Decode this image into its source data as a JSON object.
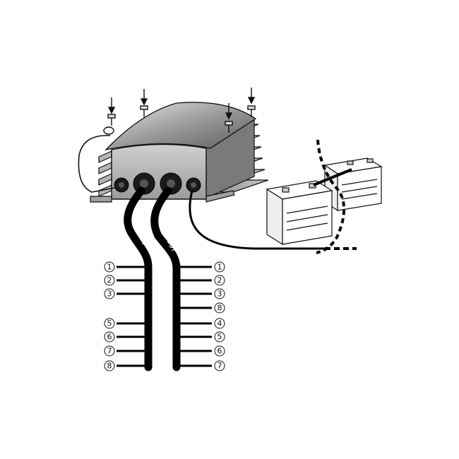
{
  "cables": {
    "input_label": "24 V IN",
    "output_label": "12 V OUT"
  },
  "input_pins": [
    "1",
    "2",
    "3",
    "5",
    "6",
    "7",
    "8"
  ],
  "output_pins": [
    "1",
    "2",
    "3",
    "8",
    "4",
    "5",
    "6",
    "7"
  ],
  "icons": [
    "arrow-down-icon",
    "screw-icon",
    "battery-icon",
    "ring-terminal-icon"
  ],
  "colors": {
    "line": "#111111",
    "housing_light": "#d9d9d9",
    "housing_dark": "#6f6f6f",
    "background": "#ffffff"
  }
}
